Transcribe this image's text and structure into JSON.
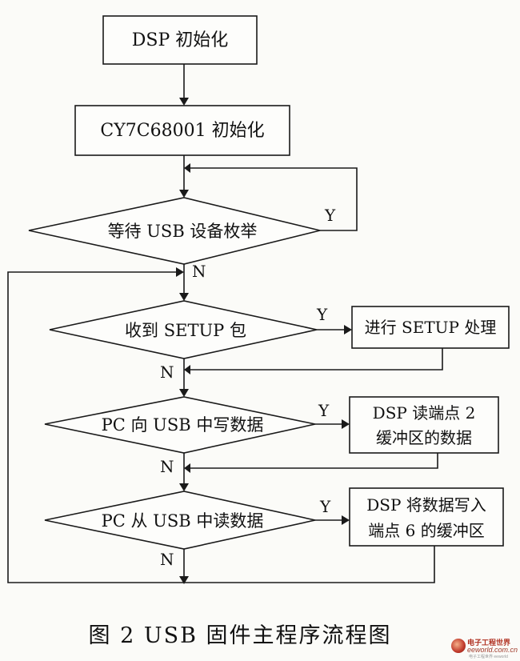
{
  "steps": {
    "dsp_init": "DSP 初始化",
    "cy_init": "CY7C68001 初始化",
    "wait_enum": "等待 USB 设备枚举",
    "recv_setup": "收到 SETUP 包",
    "proc_setup": "进行 SETUP 处理",
    "pc_write": "PC 向 USB 中写数据",
    "dsp_read_line1": "DSP 读端点 2",
    "dsp_read_line2": "缓冲区的数据",
    "pc_read": "PC 从 USB 中读数据",
    "dsp_write_line1": "DSP 将数据写入",
    "dsp_write_line2": "端点 6 的缓冲区"
  },
  "branch_labels": {
    "yes": "Y",
    "no": "N"
  },
  "caption": "图 2   USB 固件主程序流程图",
  "watermark": {
    "cn": "电子工程世界",
    "en": "eeworld.com.cn",
    "sub": "电子工程世界 eeworld"
  }
}
